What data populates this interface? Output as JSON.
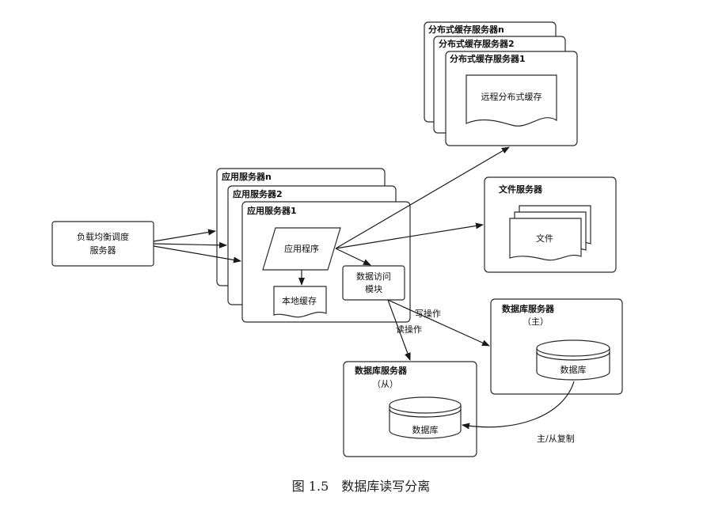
{
  "load_balancer": {
    "line1": "负载均衡调度",
    "line2": "服务器"
  },
  "app_servers": {
    "stack_n": "应用服务器n",
    "stack_2": "应用服务器2",
    "stack_1": "应用服务器1"
  },
  "app_program": "应用程序",
  "local_cache": "本地缓存",
  "data_access": {
    "line1": "数据访问",
    "line2": "模块"
  },
  "cache_servers": {
    "stack_n": "分布式缓存服务器n",
    "stack_2": "分布式缓存服务器2",
    "stack_1": "分布式缓存服务器1"
  },
  "remote_cache": "远程分布式缓存",
  "file_server": {
    "title": "文件服务器",
    "doc": "文件"
  },
  "db_master": {
    "title": "数据库服务器",
    "role": "（主）",
    "db": "数据库"
  },
  "db_slave": {
    "title": "数据库服务器",
    "role": "（从）",
    "db": "数据库"
  },
  "edges": {
    "write": "写操作",
    "read": "读操作",
    "replicate": "主/从复制"
  },
  "caption": "图 1.5　数据库读写分离"
}
